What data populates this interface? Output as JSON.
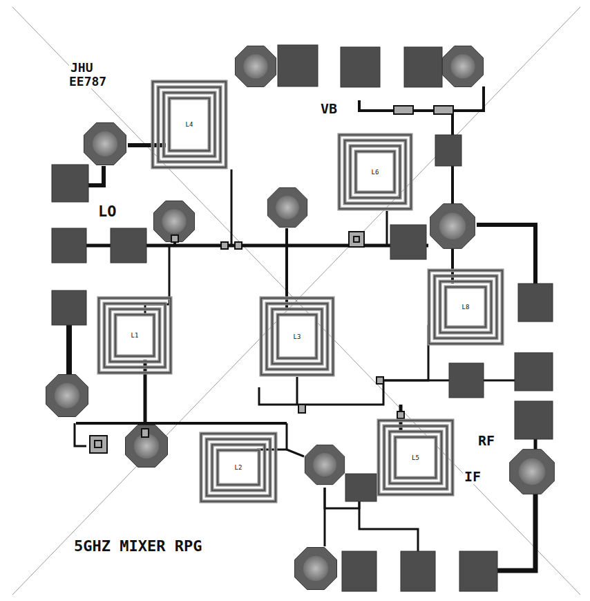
{
  "diagram": {
    "title": "5GHZ MIXER RPG",
    "nodes": [
      {
        "text": [
          "L4"
        ]
      },
      {
        "text": [
          "L6"
        ]
      },
      {
        "text": [
          "L1"
        ]
      },
      {
        "text": [
          "L3"
        ]
      },
      {
        "text": [
          "L8"
        ]
      },
      {
        "text": [
          "L2"
        ]
      },
      {
        "text": [
          "L5"
        ]
      }
    ],
    "labels": [
      "JHU",
      "EE787",
      "VB",
      "LO",
      "RF",
      "IF"
    ]
  }
}
